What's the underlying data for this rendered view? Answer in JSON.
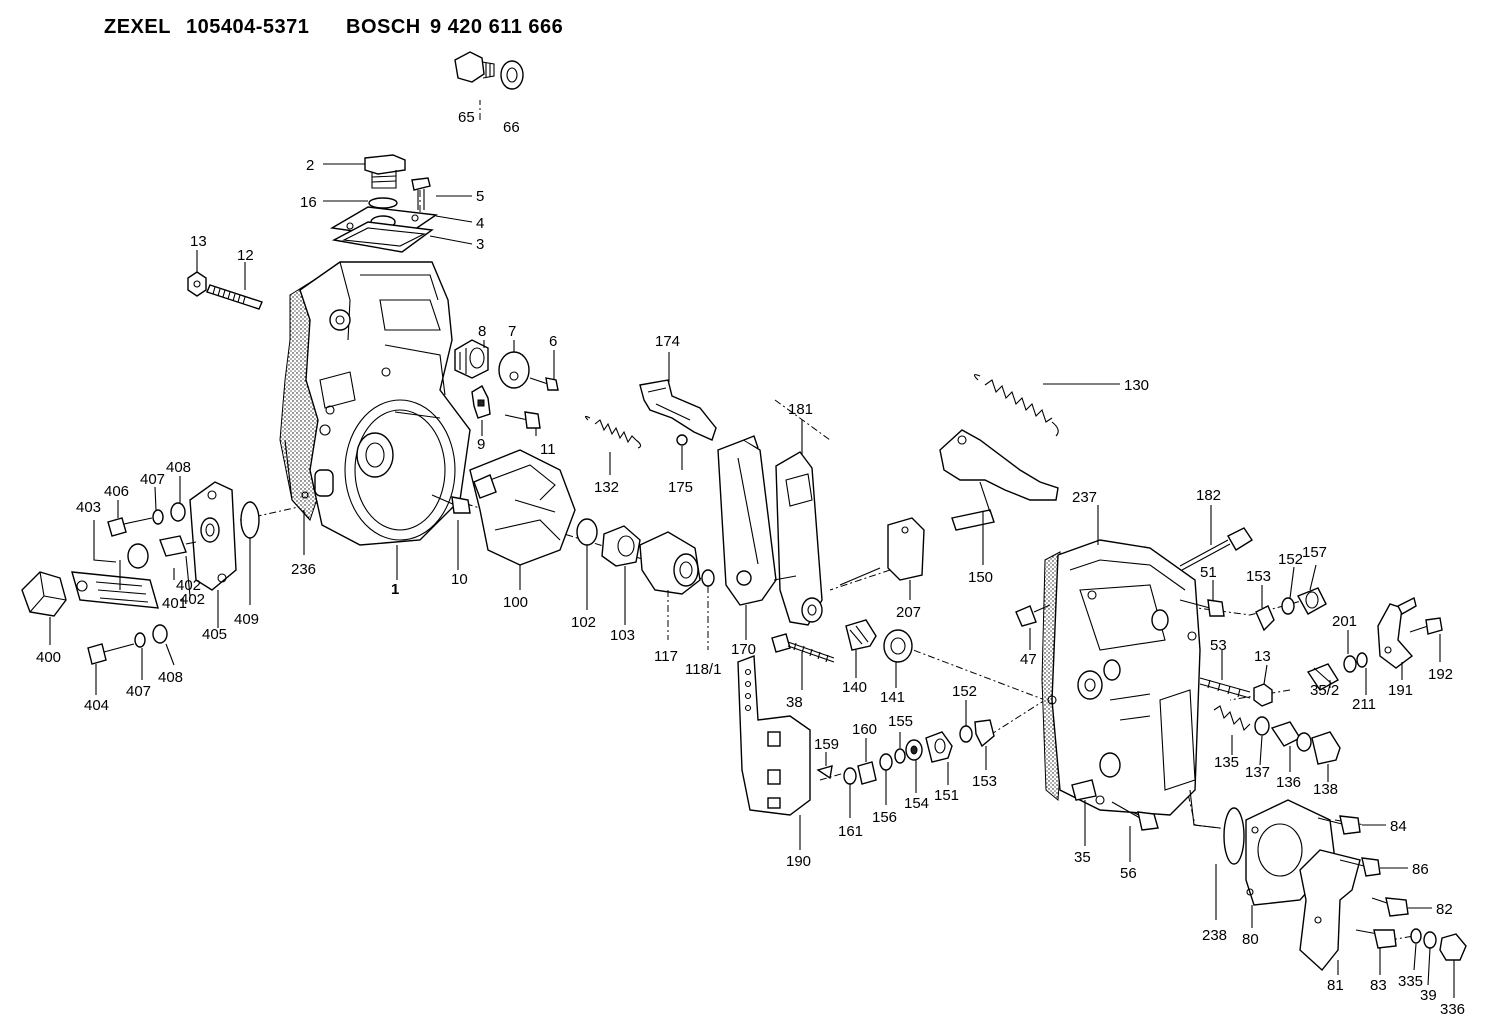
{
  "header": {
    "brand1": "ZEXEL",
    "number1": "105404-5371",
    "brand2": "BOSCH",
    "number2": "9 420 611 666"
  },
  "part_labels": {
    "p1": "1",
    "p2": "2",
    "p3": "3",
    "p4": "4",
    "p5": "5",
    "p6": "6",
    "p7": "7",
    "p8": "8",
    "p9": "9",
    "p10": "10",
    "p11": "11",
    "p12": "12",
    "p13a": "13",
    "p13b": "13",
    "p16": "16",
    "p35": "35",
    "p35_2": "35/2",
    "p38": "38",
    "p39": "39",
    "p47": "47",
    "p51": "51",
    "p53": "53",
    "p56": "56",
    "p65": "65",
    "p66": "66",
    "p80": "80",
    "p81": "81",
    "p82": "82",
    "p83": "83",
    "p84": "84",
    "p86": "86",
    "p100": "100",
    "p102": "102",
    "p103": "103",
    "p117": "117",
    "p118_1": "118/1",
    "p130": "130",
    "p132": "132",
    "p135": "135",
    "p136": "136",
    "p137": "137",
    "p138": "138",
    "p140": "140",
    "p141": "141",
    "p150": "150",
    "p151": "151",
    "p152a": "152",
    "p152b": "152",
    "p153a": "153",
    "p153b": "153",
    "p154": "154",
    "p155": "155",
    "p156": "156",
    "p157": "157",
    "p159": "159",
    "p160": "160",
    "p161": "161",
    "p170": "170",
    "p174": "174",
    "p175": "175",
    "p181": "181",
    "p182": "182",
    "p190": "190",
    "p191": "191",
    "p192": "192",
    "p201": "201",
    "p207": "207",
    "p211": "211",
    "p236": "236",
    "p237": "237",
    "p238": "238",
    "p335": "335",
    "p336": "336",
    "p400": "400",
    "p401": "401",
    "p402a": "402",
    "p402b": "402",
    "p403": "403",
    "p404": "404",
    "p405": "405",
    "p406": "406",
    "p407a": "407",
    "p407b": "407",
    "p408a": "408",
    "p408b": "408",
    "p409": "409"
  }
}
